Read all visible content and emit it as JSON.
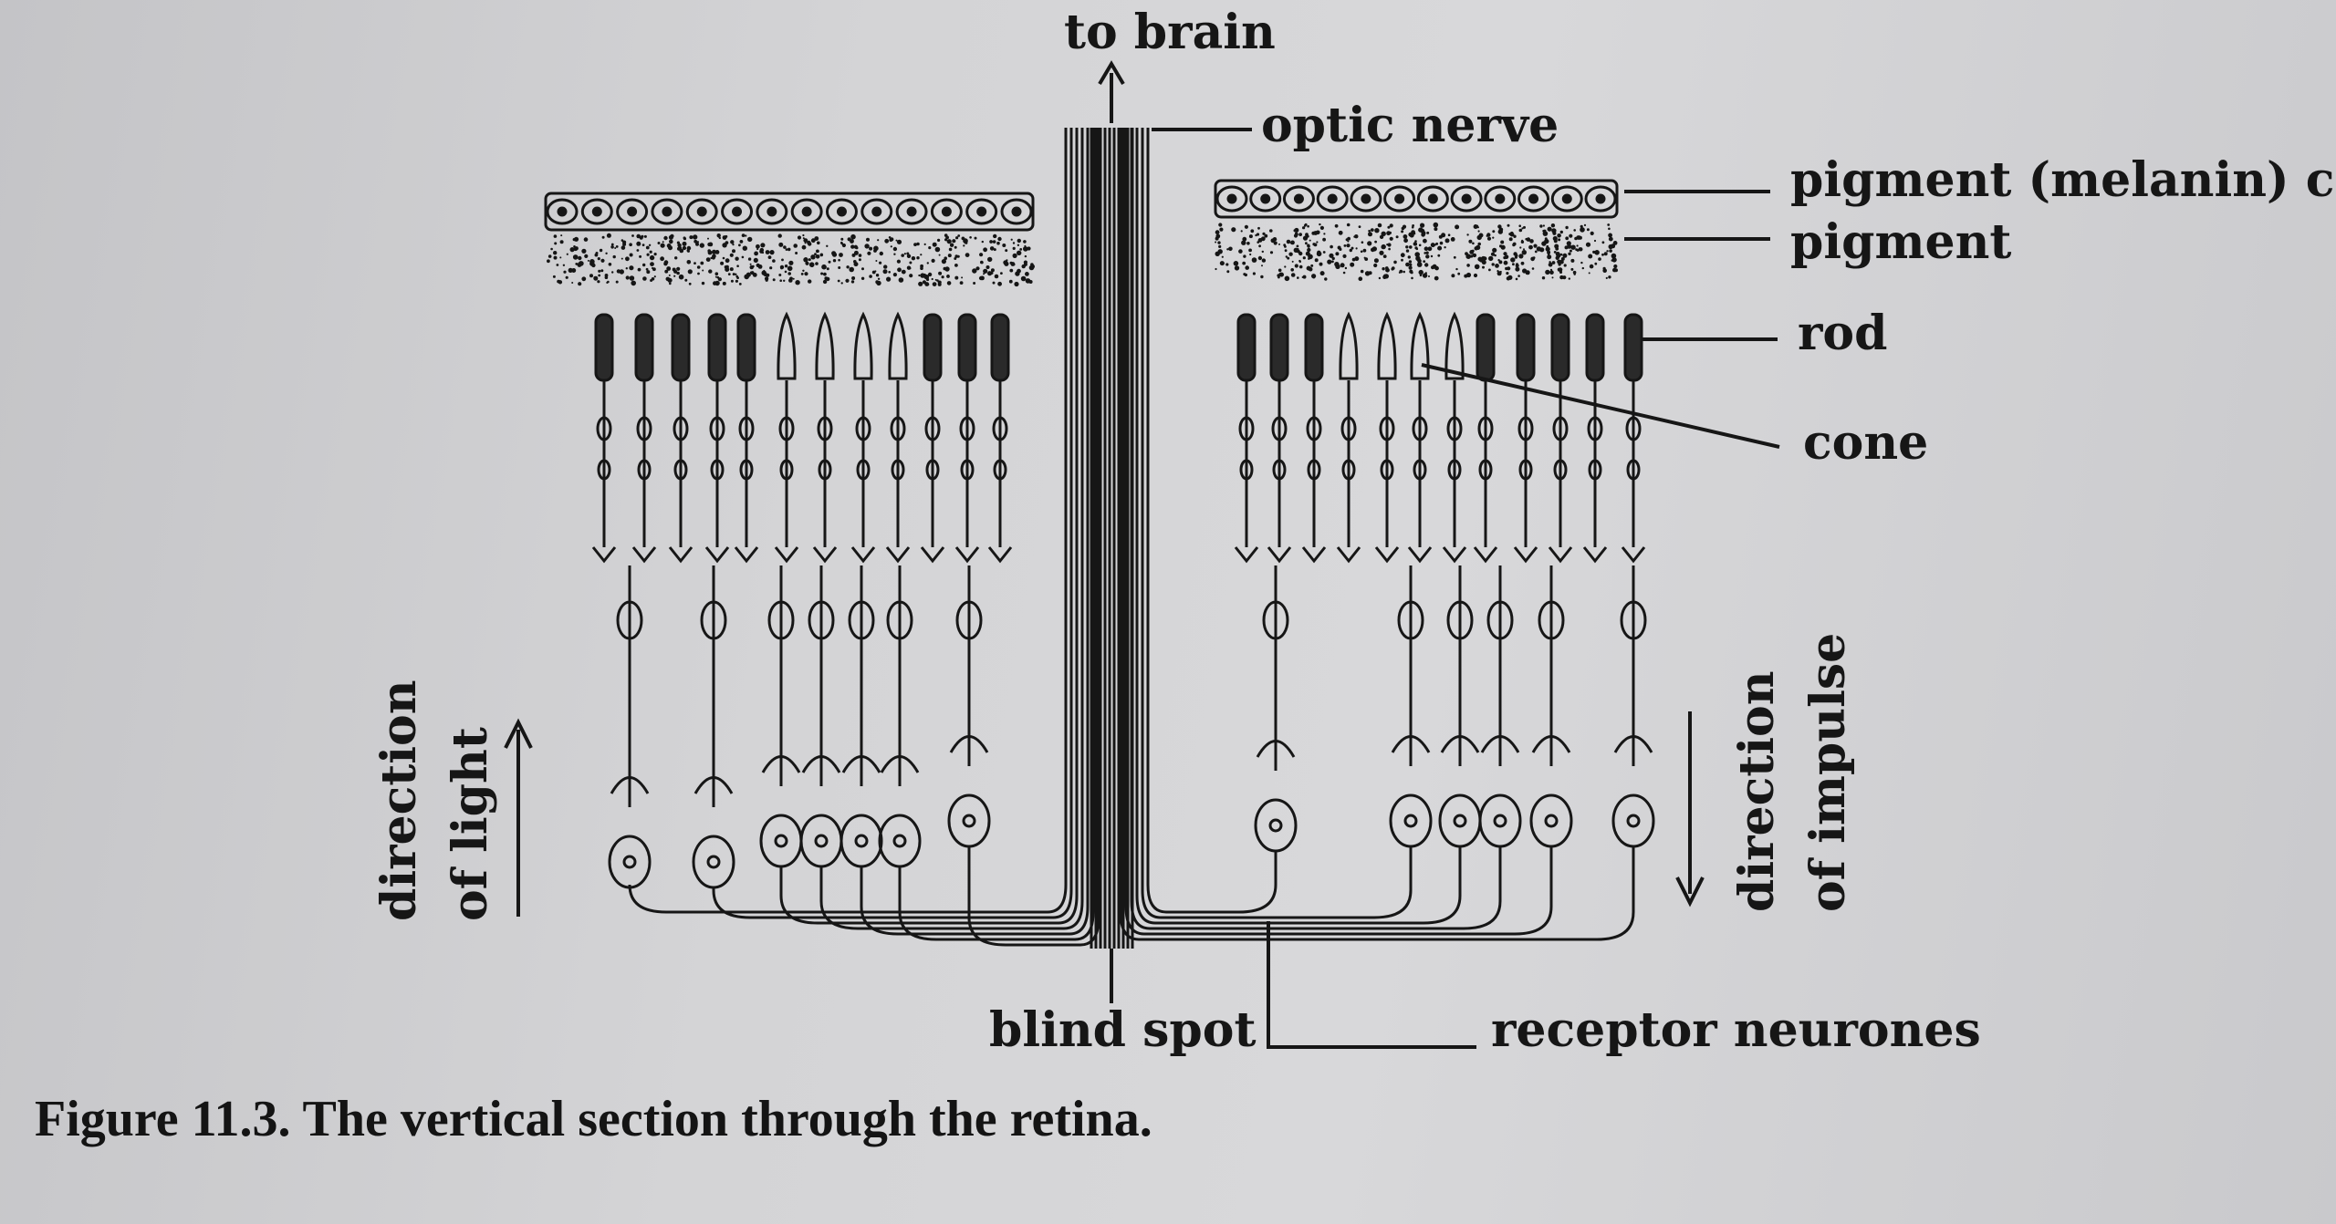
{
  "figure": {
    "number": "Figure 11.3.",
    "caption": "The vertical section through the retina."
  },
  "labels": {
    "to_brain": "to brain",
    "optic_nerve": "optic nerve",
    "pigment_cell": "pigment (melanin) cell",
    "pigment": "pigment",
    "rod": "rod",
    "cone": "cone",
    "blind_spot": "blind spot",
    "receptor_neurones": "receptor neurones",
    "direction_of_light_1": "direction",
    "direction_of_light_2": "of light",
    "direction_of_impulse_1": "direction",
    "direction_of_impulse_2": "of impulse"
  },
  "colors": {
    "ink": "#151515",
    "paper": "#d3d3d5",
    "rod_fill": "#2a2a2a"
  }
}
